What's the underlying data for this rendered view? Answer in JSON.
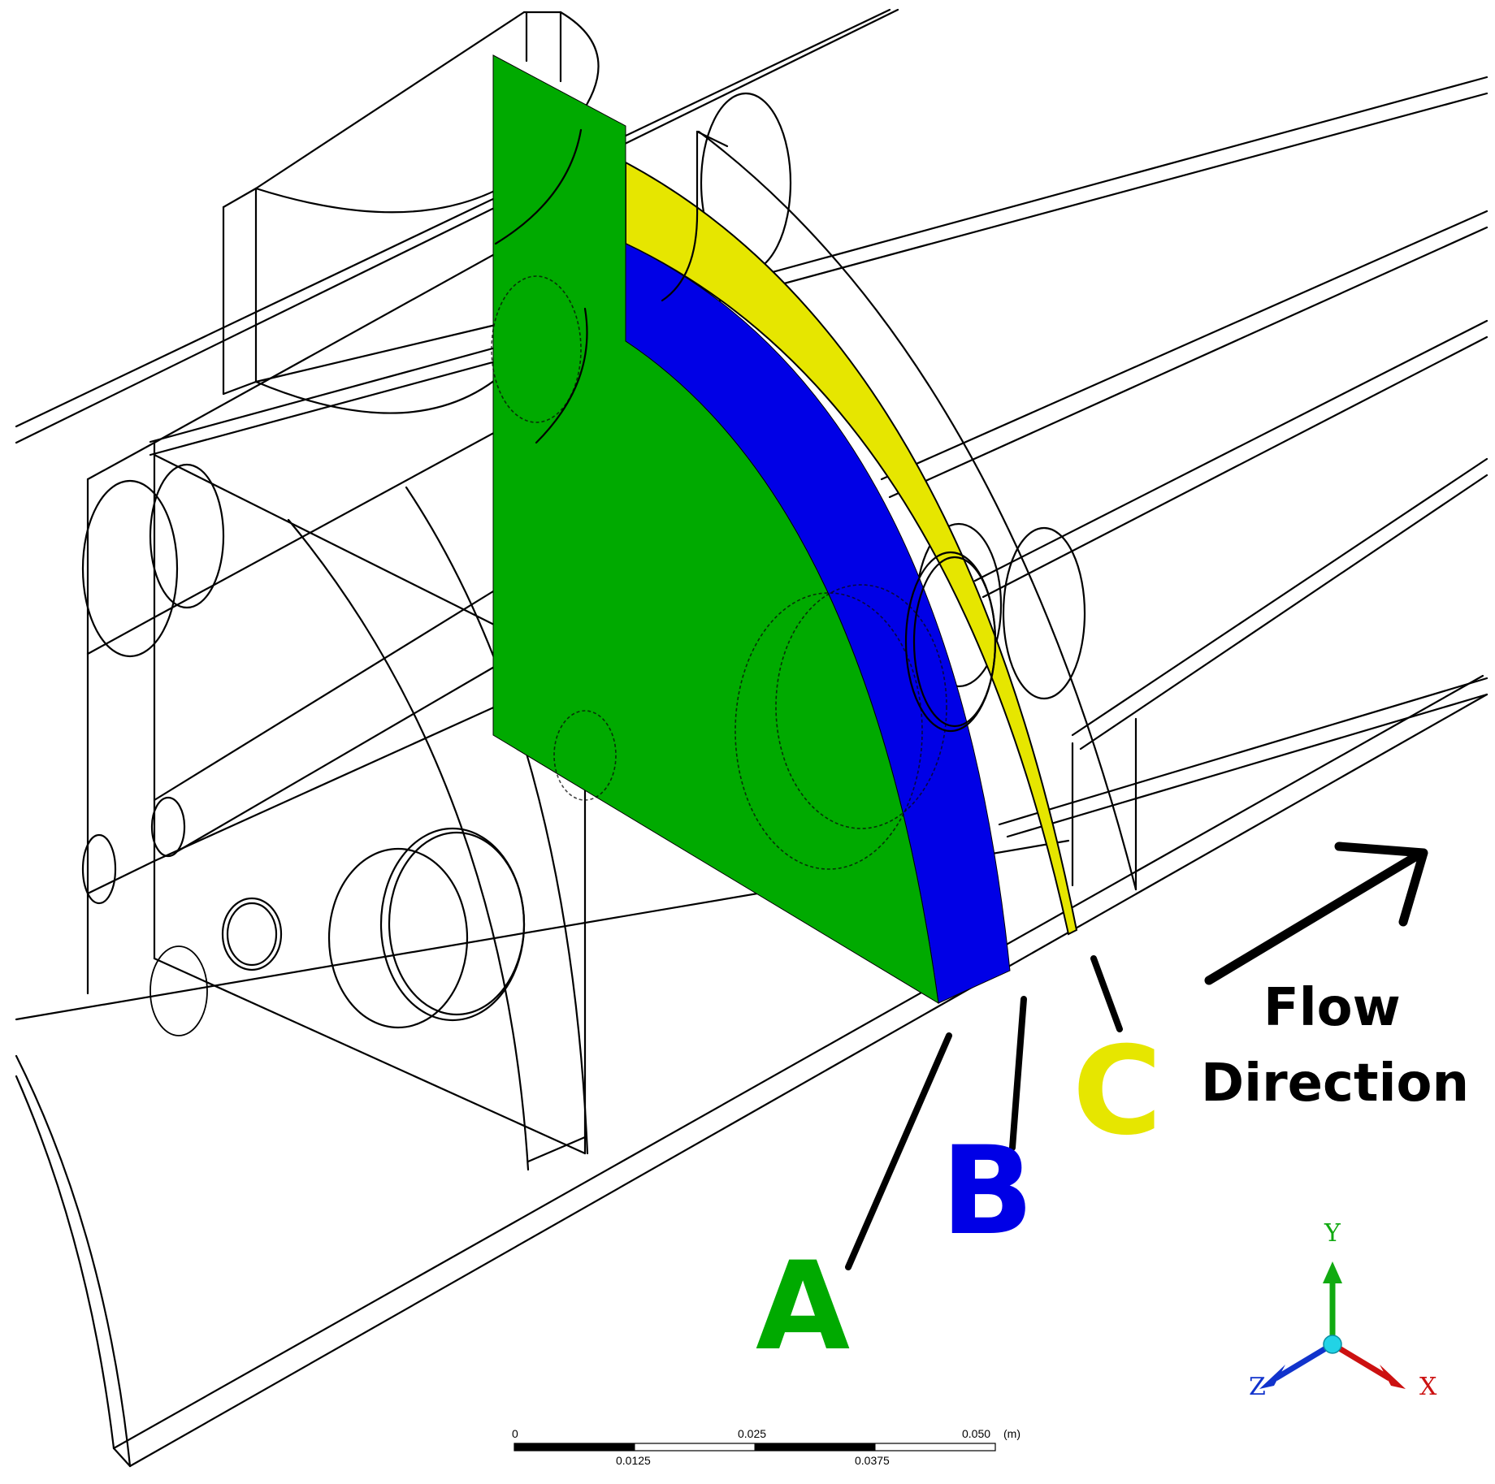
{
  "labels": {
    "plane_a": "A",
    "plane_b": "B",
    "plane_c": "C",
    "flow_line1": "Flow",
    "flow_line2": "Direction"
  },
  "colors": {
    "plane_a": "#00aa00",
    "plane_b": "#0000e6",
    "plane_c": "#e6e600",
    "axis_x": "#cc1111",
    "axis_y": "#11aa11",
    "axis_z": "#1133cc",
    "axis_origin": "#22d3e6"
  },
  "triad": {
    "x": "X",
    "y": "Y",
    "z": "Z"
  },
  "scale_bar": {
    "top_ticks": [
      "0",
      "0.025",
      "0.050"
    ],
    "bottom_ticks": [
      "0.0125",
      "0.0375"
    ],
    "unit": "(m)"
  }
}
